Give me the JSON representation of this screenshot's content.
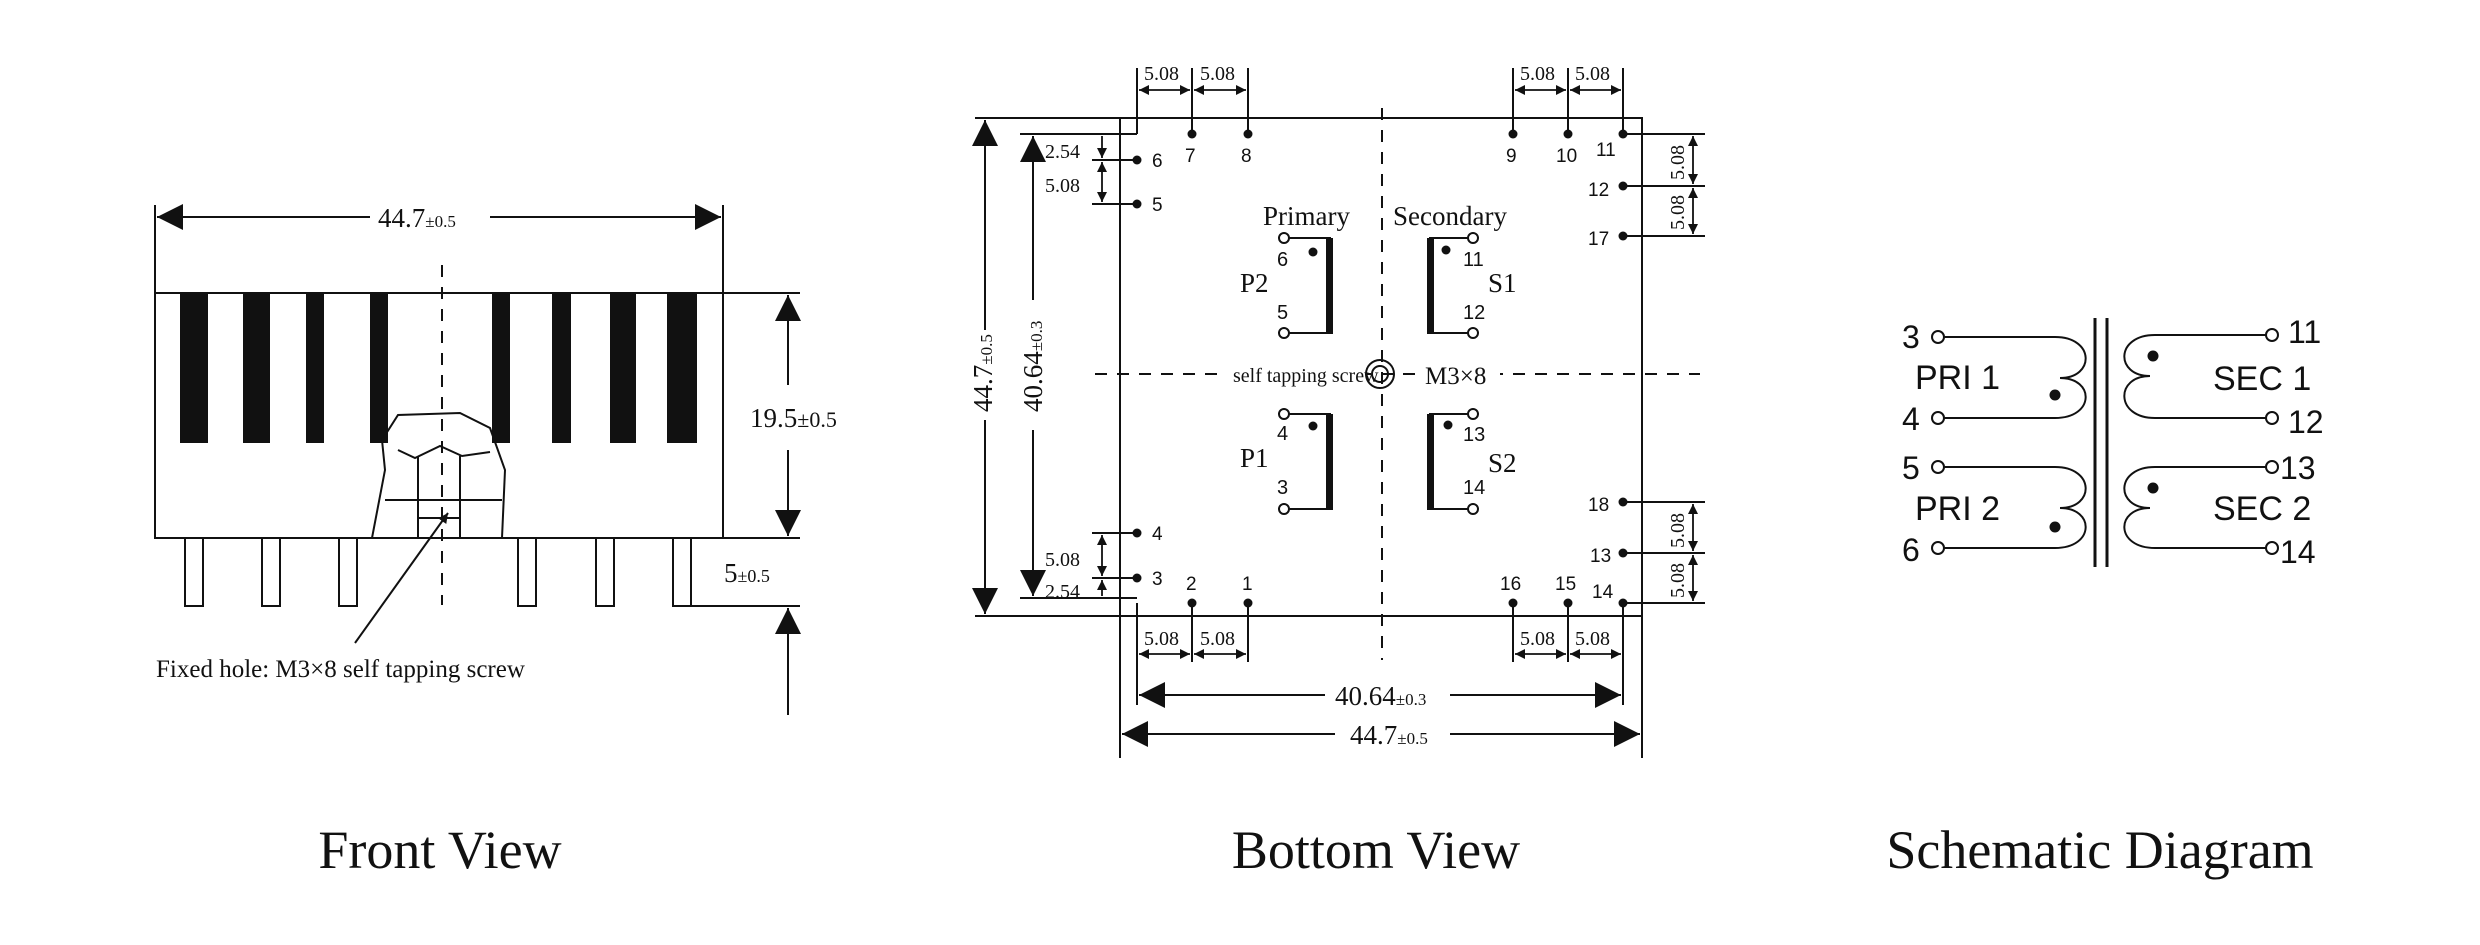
{
  "front_view": {
    "title": "Front View",
    "width_dim": "44.7",
    "width_tol": "±0.5",
    "height_dim": "19.5",
    "height_tol": "±0.5",
    "pin_dim": "5",
    "pin_tol": "±0.5",
    "note": "Fixed hole: M3×8 self tapping screw"
  },
  "bottom_view": {
    "title": "Bottom View",
    "pitch": "5.08",
    "half_pitch": "2.54",
    "outer_dim": "44.7",
    "outer_tol": "±0.5",
    "pin_span": "40.64",
    "pin_span_tol": "±0.3",
    "primary_label": "Primary",
    "secondary_label": "Secondary",
    "screw_label": "self tapping screw",
    "screw_size": "M3×8",
    "winding_p2": "P2",
    "winding_p1": "P1",
    "winding_s1": "S1",
    "winding_s2": "S2",
    "pins": {
      "p1": "1",
      "p2": "2",
      "p3": "3",
      "p4": "4",
      "p5": "5",
      "p6": "6",
      "p7": "7",
      "p8": "8",
      "p9": "9",
      "p10": "10",
      "p11": "11",
      "p12": "12",
      "p13": "13",
      "p14": "14",
      "p15": "15",
      "p16": "16",
      "p17": "17",
      "p18": "18"
    }
  },
  "schematic": {
    "title": "Schematic Diagram",
    "pri1": "PRI 1",
    "pri2": "PRI 2",
    "sec1": "SEC 1",
    "sec2": "SEC 2",
    "pins": {
      "p3": "3",
      "p4": "4",
      "p5": "5",
      "p6": "6",
      "p11": "11",
      "p12": "12",
      "p13": "13",
      "p14": "14"
    }
  }
}
